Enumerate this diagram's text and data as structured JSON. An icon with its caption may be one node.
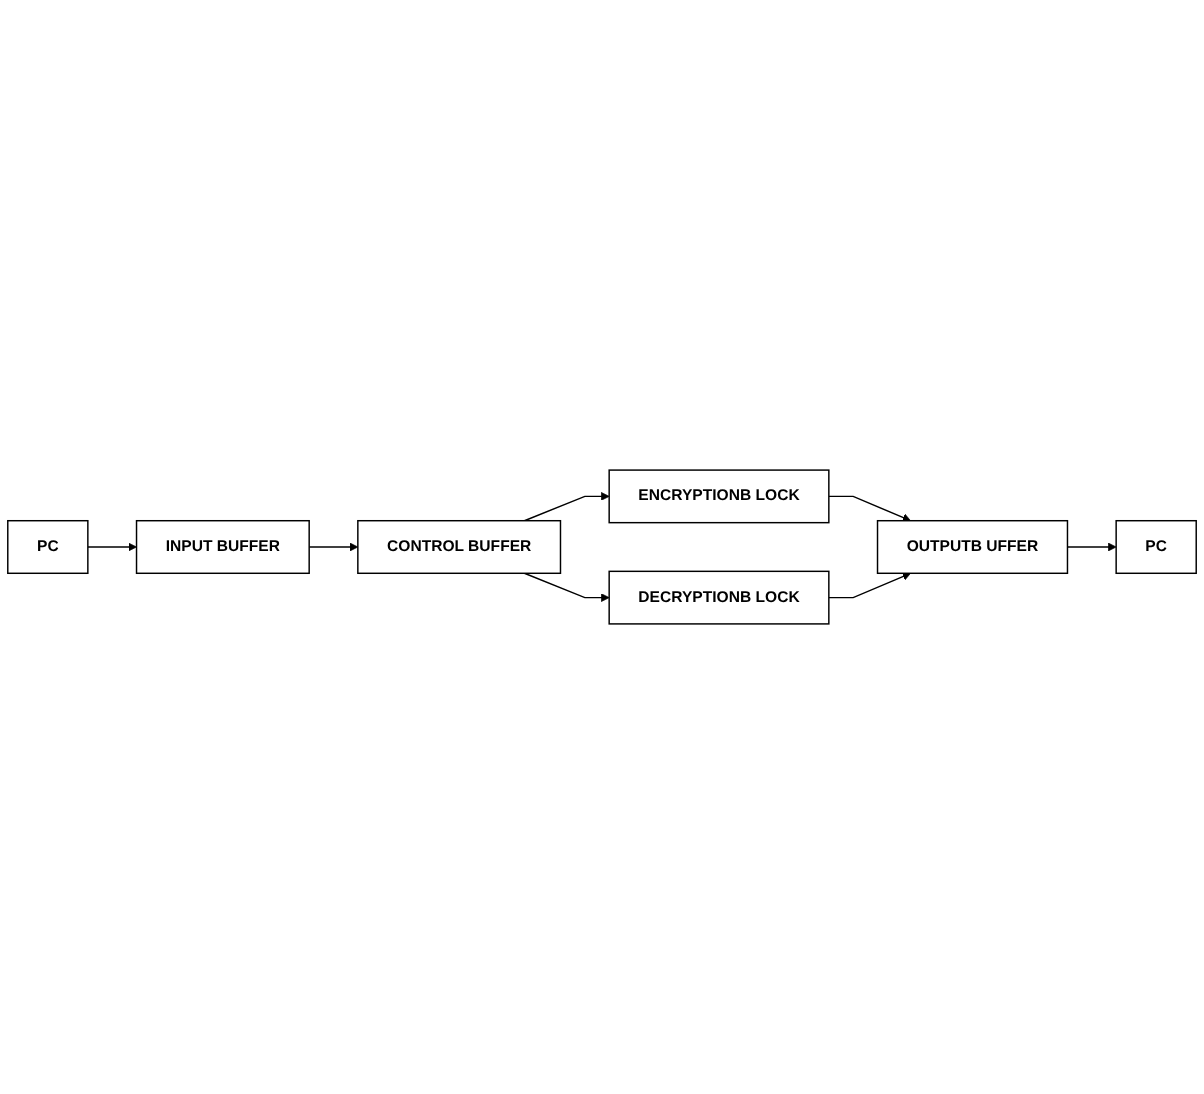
{
  "diagram": {
    "nodes": [
      {
        "text": [
          "PC"
        ]
      },
      {
        "text": [
          "INPUT BUFFER"
        ]
      },
      {
        "text": [
          "CONTROL BUFFER"
        ]
      },
      {
        "text": [
          "ENCRYPTIONB LOCK"
        ]
      },
      {
        "text": [
          "OUTPUTB UFFER"
        ]
      },
      {
        "text": [
          "DECRYPTIONB LOCK"
        ]
      },
      {
        "text": [
          "PC"
        ]
      }
    ],
    "edges": [
      {
        "from": 0,
        "to": 1,
        "arrow": "to"
      },
      {
        "from": 1,
        "to": 2,
        "arrow": "to"
      },
      {
        "from": 2,
        "to": 3,
        "arrow": "to"
      },
      {
        "from": 2,
        "to": 5,
        "arrow": "to"
      },
      {
        "from": 3,
        "to": 4,
        "arrow": "to"
      },
      {
        "from": 5,
        "to": 4,
        "arrow": "to"
      },
      {
        "from": 4,
        "to": 6,
        "arrow": "to"
      }
    ]
  }
}
